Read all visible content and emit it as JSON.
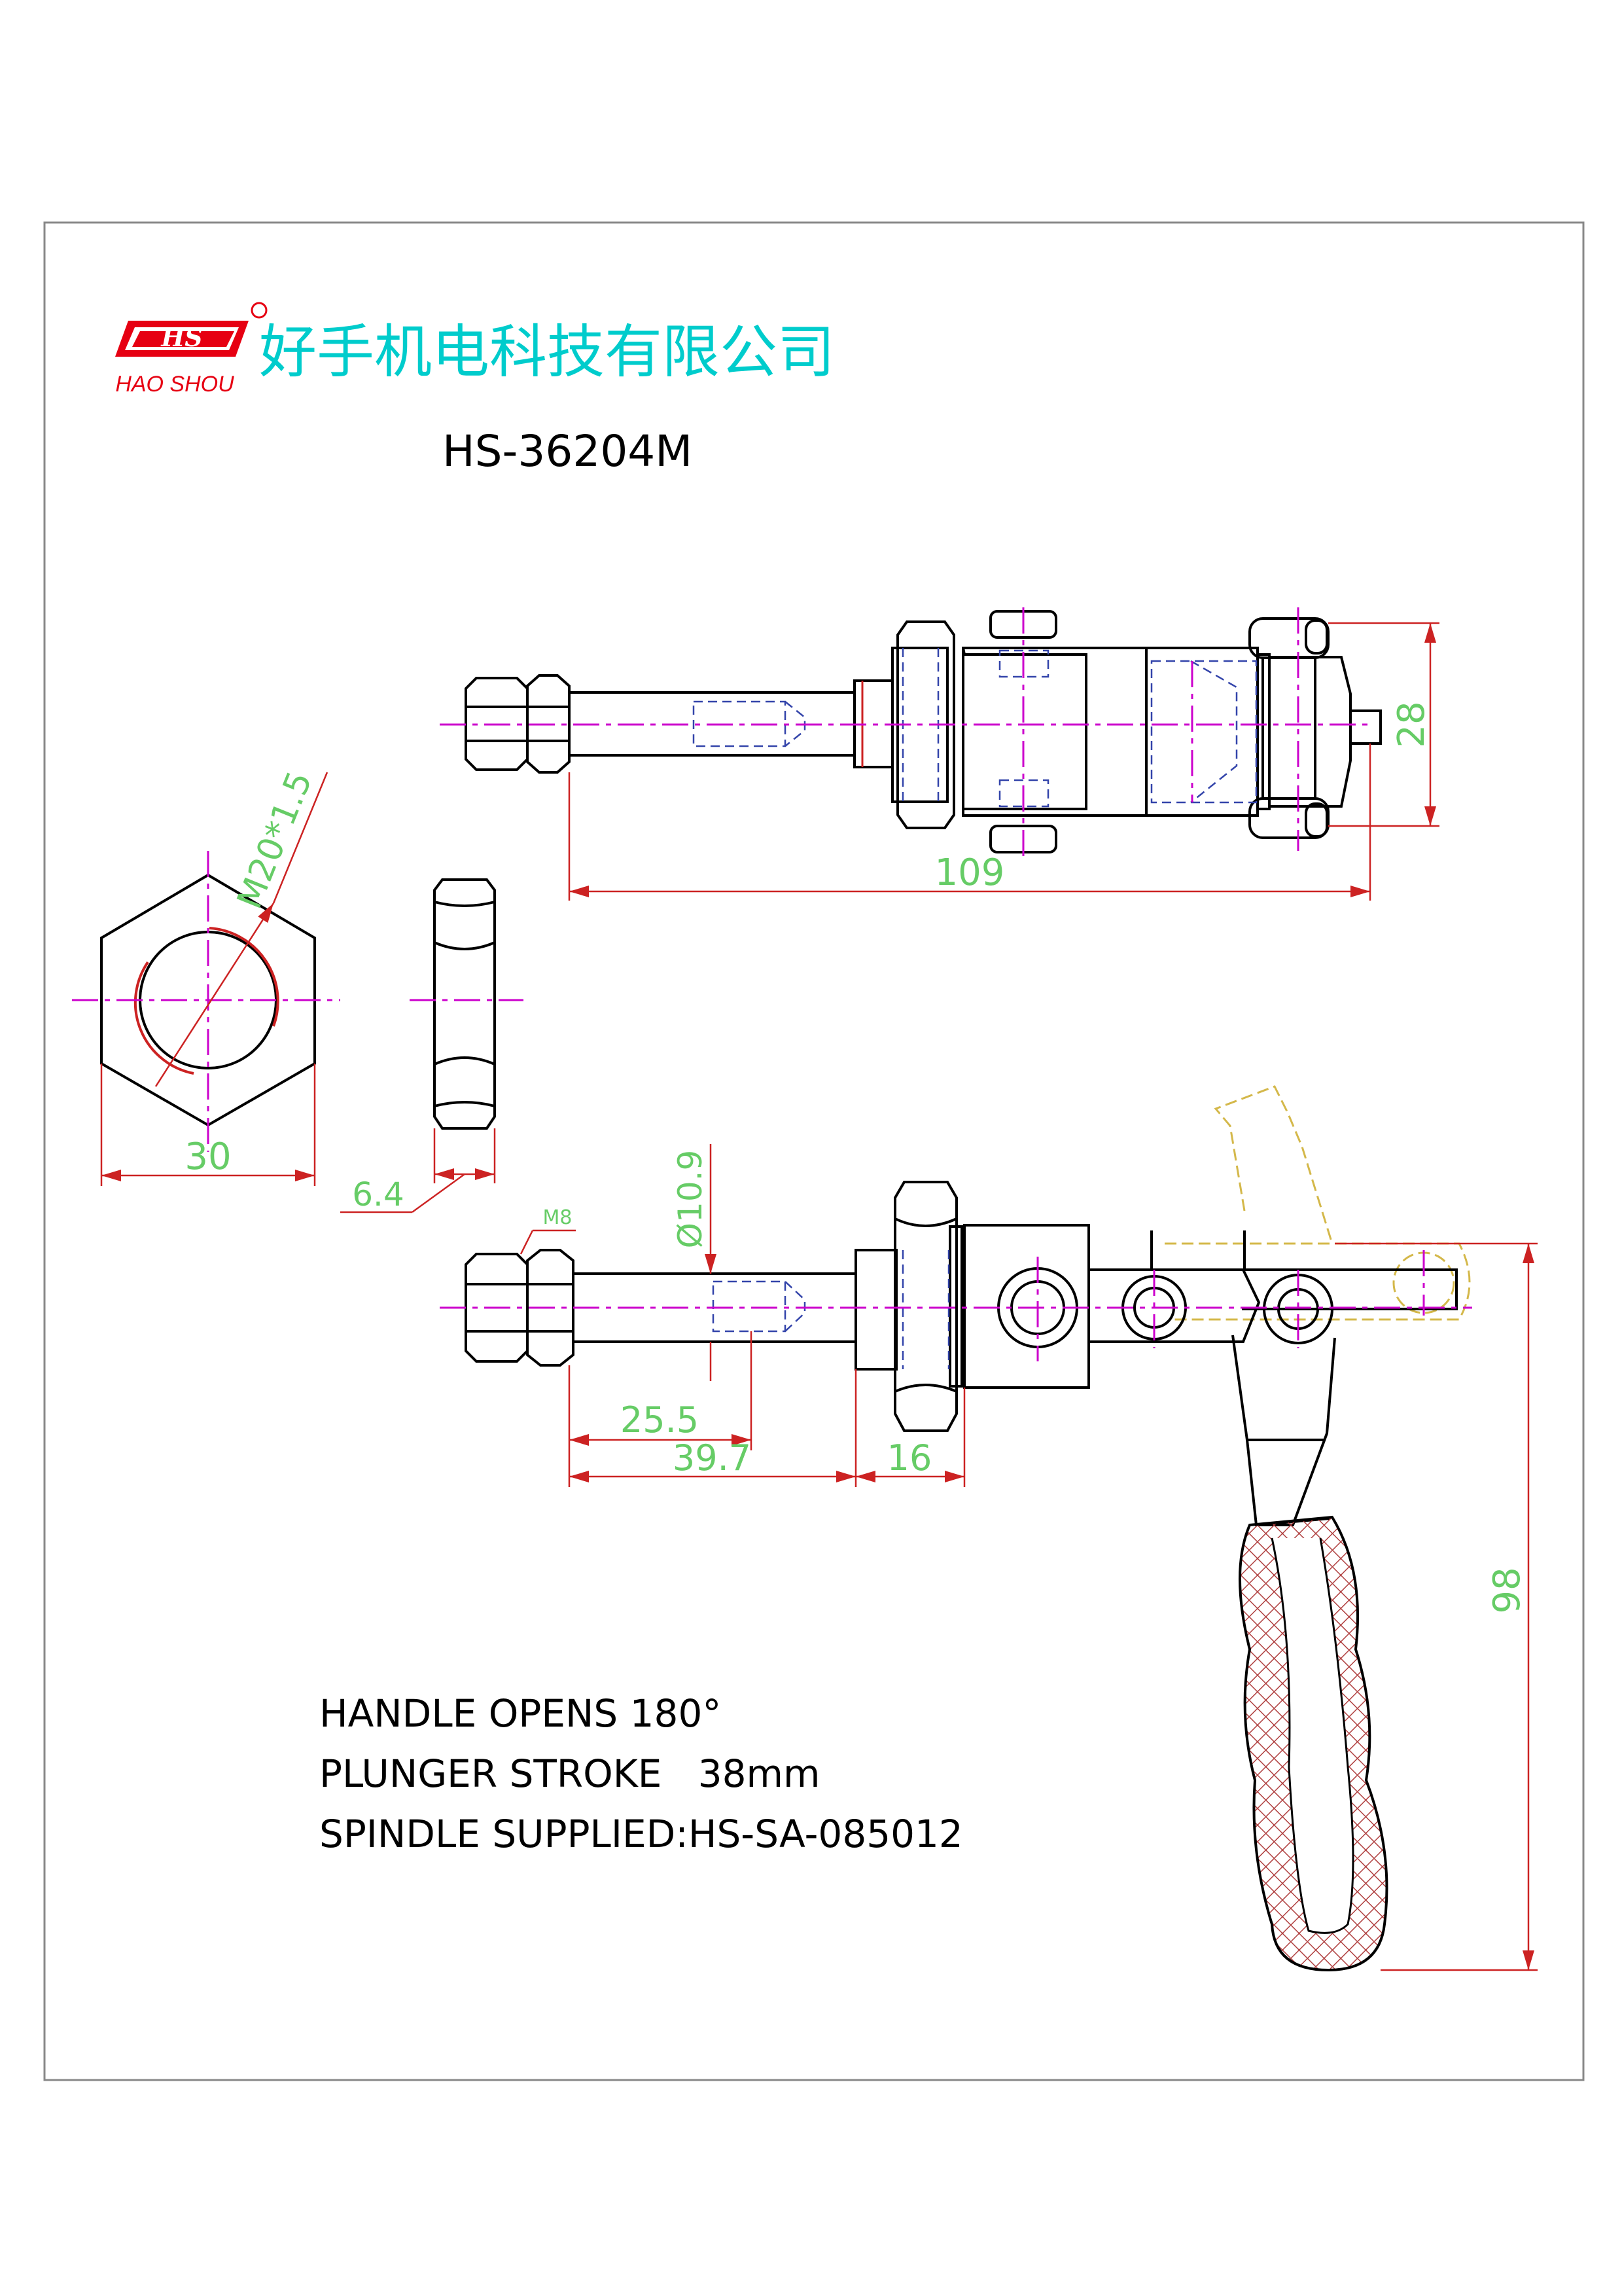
{
  "company": {
    "logo_text": "HS",
    "logo_sub": "HAO SHOU",
    "name_cn": "好手机电科技有限公司"
  },
  "model": "HS-36204M",
  "notes": [
    "HANDLE OPENS 180°",
    "PLUNGER STROKE   38mm",
    "SPINDLE SUPPLIED:HS-SA-085012"
  ],
  "dimensions": {
    "top_length": "109",
    "top_height": "28",
    "nut_thread": "M20*1.5",
    "nut_across_flats": "30",
    "nut_thickness": "6.4",
    "plunger_thread": "M8",
    "plunger_dia": "Ø10.9",
    "stroke_a": "25.5",
    "stroke_b": "39.7",
    "body_width": "16",
    "handle_height": "98"
  },
  "colors": {
    "outline": "#000000",
    "center": "#cc00cc",
    "hidden": "#3344aa",
    "dim": "#cc2222",
    "dim_text": "#66cc66",
    "brand_red": "#e60012",
    "brand_cyan": "#00cccc",
    "open_handle": "#d4b84a",
    "grip": "#b04040"
  }
}
